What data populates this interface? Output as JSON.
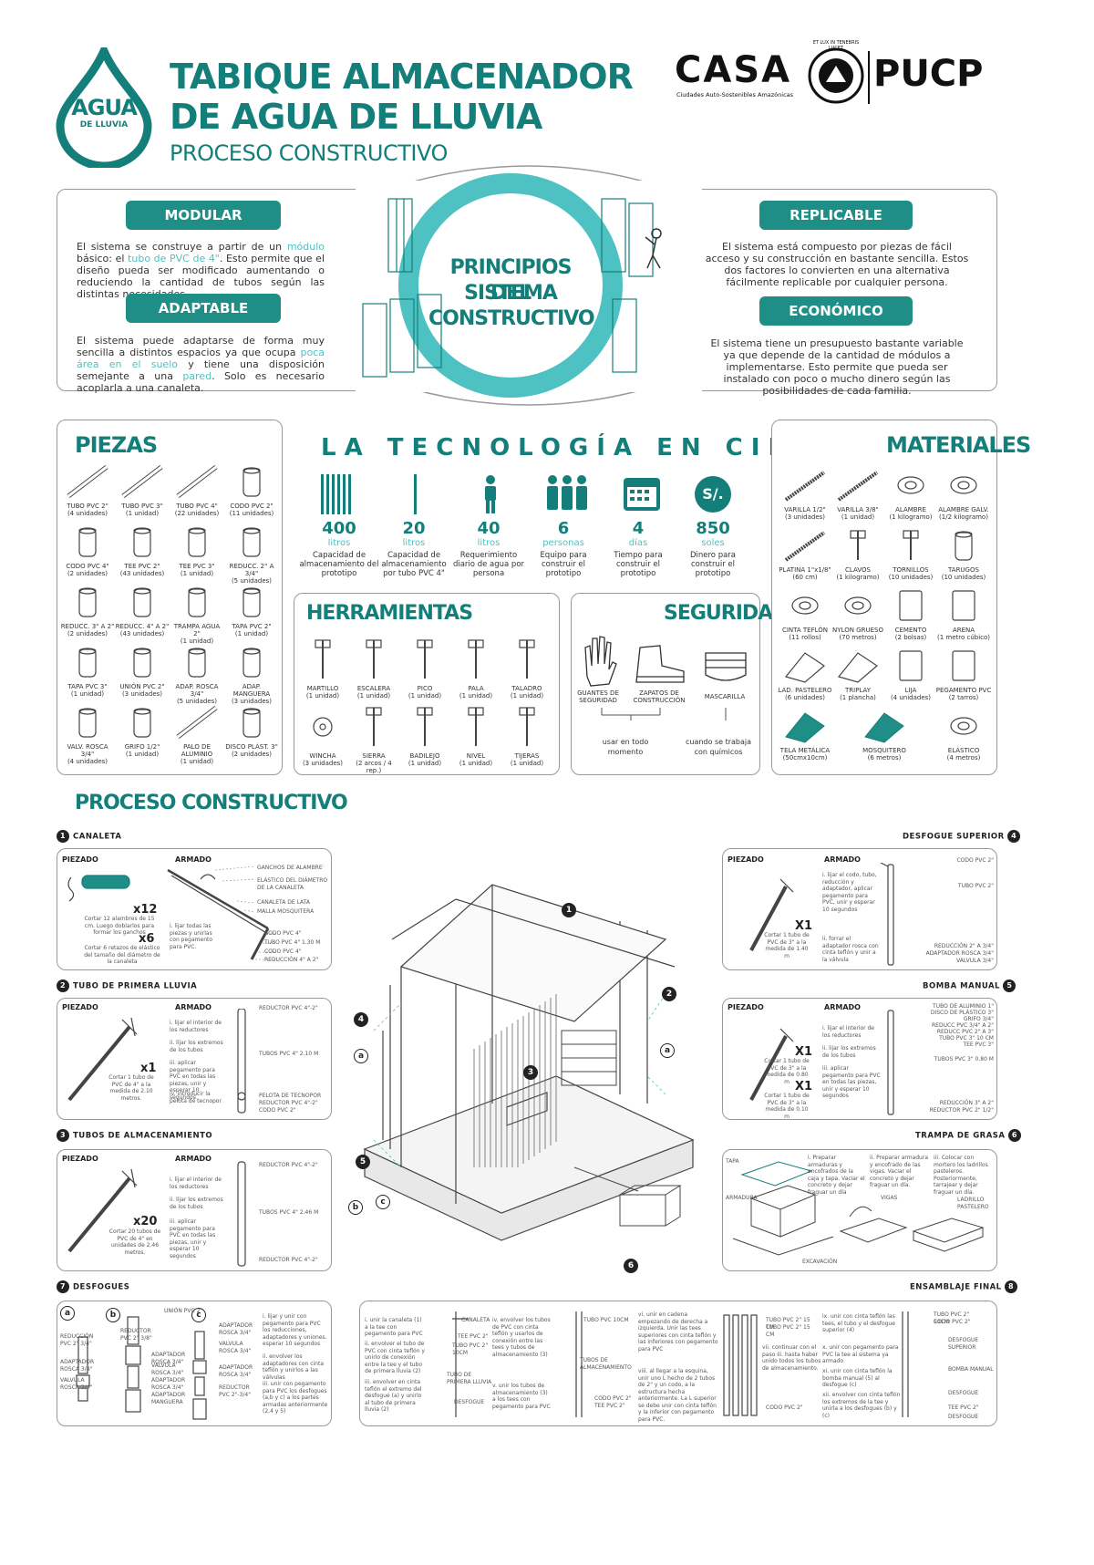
{
  "header": {
    "logo_line1": "AGUA",
    "logo_line2": "DE LLUVIA",
    "title_line1": "TABIQUE ALMACENADOR",
    "title_line2": "DE AGUA DE LLUVIA",
    "subtitle": "PROCESO CONSTRUCTIVO",
    "casa_logo": "CASA",
    "casa_tagline": "Ciudades Auto-Sostenibles Amazónicas",
    "seal_text": "ET LUX IN TENEBRIS LUCET",
    "pucp_logo": "PUCP"
  },
  "principles": {
    "center_title_1": "PRINCIPIOS DEL",
    "center_title_2": "SISTEMA",
    "center_title_3": "CONSTRUCTIVO",
    "modular": {
      "label": "MODULAR",
      "text_a": "El sistema se construye a partir de un ",
      "hl_a": "módulo",
      "text_b": " básico: el ",
      "hl_b": "tubo de PVC de 4\"",
      "text_c": ". Esto permite que el diseño pueda ser modificado aumentando o reduciendo la cantidad de tubos según las distintas necesidades."
    },
    "adaptable": {
      "label": "ADAPTABLE",
      "text_a": "El sistema puede adaptarse de forma muy sencilla a distintos espacios ya que ocupa ",
      "hl_a": "poca área en el suelo",
      "text_b": " y tiene una disposición semejante a una ",
      "hl_b": "pared",
      "text_c": ". Solo es necesario acoplarla a una canaleta."
    },
    "replicable": {
      "label": "REPLICABLE",
      "text": "El sistema está compuesto por piezas de fácil acceso y su construcción en bastante sencilla. Estos dos factores lo convierten en una alternativa fácilmente replicable por cualquier persona."
    },
    "economico": {
      "label": "ECONÓMICO",
      "text": "El sistema tiene un presupuesto bastante variable ya que depende de la cantidad de módulos a implementarse. Esto permite que pueda ser instalado con poco o mucho dinero según las posibilidades de cada familia."
    }
  },
  "piezas": {
    "title": "PIEZAS",
    "items": [
      {
        "name": "TUBO PVC 2\"",
        "qty": "(4 unidades)"
      },
      {
        "name": "TUBO PVC 3\"",
        "qty": "(1 unidad)"
      },
      {
        "name": "TUBO PVC 4\"",
        "qty": "(22 unidades)"
      },
      {
        "name": "CODO PVC 2\"",
        "qty": "(11 unidades)"
      },
      {
        "name": "CODO PVC 4\"",
        "qty": "(2 unidades)"
      },
      {
        "name": "TEE PVC 2\"",
        "qty": "(43 unidades)"
      },
      {
        "name": "TEE PVC 3\"",
        "qty": "(1 unidad)"
      },
      {
        "name": "REDUCC. 2\" A 3/4\"",
        "qty": "(5 unidades)"
      },
      {
        "name": "REDUCC. 3\" A 2\"",
        "qty": "(2 unidades)"
      },
      {
        "name": "REDUCC. 4\" A 2\"",
        "qty": "(43 unidades)"
      },
      {
        "name": "TRAMPA AGUA 2\"",
        "qty": "(1 unidad)"
      },
      {
        "name": "TAPA PVC 2\"",
        "qty": "(1 unidad)"
      },
      {
        "name": "TAPA PVC 3\"",
        "qty": "(1 unidad)"
      },
      {
        "name": "UNIÓN PVC 2\"",
        "qty": "(3 unidades)"
      },
      {
        "name": "ADAP. ROSCA 3/4\"",
        "qty": "(5 unidades)"
      },
      {
        "name": "ADAP. MANGUERA",
        "qty": "(3 unidades)"
      },
      {
        "name": "VALV. ROSCA 3/4\"",
        "qty": "(4 unidades)"
      },
      {
        "name": "GRIFO 1/2\"",
        "qty": "(1 unidad)"
      },
      {
        "name": "PALO DE ALUMINIO",
        "qty": "(1 unidad)"
      },
      {
        "name": "DISCO PLÁST. 3\"",
        "qty": "(2 unidades)"
      }
    ]
  },
  "cifras": {
    "title": "LA TECNOLOGÍA EN CIFRAS",
    "stats": [
      {
        "num": "400",
        "unit": "litros",
        "desc": "Capacidad de almacenamiento del prototipo"
      },
      {
        "num": "20",
        "unit": "litros",
        "desc": "Capacidad de almacenamiento por tubo PVC 4\""
      },
      {
        "num": "40",
        "unit": "litros",
        "desc": "Requerimiento diario de agua por persona"
      },
      {
        "num": "6",
        "unit": "personas",
        "desc": "Equipo para construir el prototipo"
      },
      {
        "num": "4",
        "unit": "días",
        "desc": "Tiempo para construir el prototipo"
      },
      {
        "num": "850",
        "unit": "soles",
        "desc": "Dinero para construir el prototipo"
      }
    ],
    "currency_symbol": "S/."
  },
  "herramientas": {
    "title": "HERRAMIENTAS",
    "items": [
      {
        "name": "MARTILLO",
        "qty": "(1 unidad)"
      },
      {
        "name": "ESCALERA",
        "qty": "(1 unidad)"
      },
      {
        "name": "PICO",
        "qty": "(1 unidad)"
      },
      {
        "name": "PALA",
        "qty": "(1 unidad)"
      },
      {
        "name": "TALADRO",
        "qty": "(1 unidad)"
      },
      {
        "name": "WINCHA",
        "qty": "(3 unidades)"
      },
      {
        "name": "SIERRA",
        "qty": "(2 arcos / 4 rep.)"
      },
      {
        "name": "BADILEJO",
        "qty": "(1 unidad)"
      },
      {
        "name": "NIVEL",
        "qty": "(1 unidad)"
      },
      {
        "name": "TIJERAS",
        "qty": "(1 unidad)"
      }
    ]
  },
  "seguridad": {
    "title": "SEGURIDAD",
    "items": [
      {
        "name": "GUANTES DE SEGURIDAD"
      },
      {
        "name": "ZAPATOS DE CONSTRUCCIÓN"
      },
      {
        "name": "MASCARILLA"
      }
    ],
    "note_1": "usar en todo momento",
    "note_2": "cuando se trabaja con químicos"
  },
  "materiales": {
    "title": "MATERIALES",
    "items": [
      {
        "name": "VARILLA 1/2\"",
        "qty": "(3 unidades)"
      },
      {
        "name": "VARILLA 3/8\"",
        "qty": "(1 unidad)"
      },
      {
        "name": "ALAMBRE",
        "qty": "(1 kilogramo)"
      },
      {
        "name": "ALAMBRE GALV.",
        "qty": "(1/2 kilogramo)"
      },
      {
        "name": "PLATINA 1\"x1/8\"",
        "qty": "(60 cm)"
      },
      {
        "name": "CLAVOS",
        "qty": "(1 kilogramo)"
      },
      {
        "name": "TORNILLOS",
        "qty": "(10 unidades)"
      },
      {
        "name": "TARUGOS",
        "qty": "(10 unidades)"
      },
      {
        "name": "CINTA TEFLÓN",
        "qty": "(11 rollos)"
      },
      {
        "name": "NYLON GRUESO",
        "qty": "(70 metros)"
      },
      {
        "name": "CEMENTO",
        "qty": "(2 bolsas)"
      },
      {
        "name": "ARENA",
        "qty": "(1 metro cúbico)"
      },
      {
        "name": "LAD. PASTELERO",
        "qty": "(6 unidades)"
      },
      {
        "name": "TRIPLAY",
        "qty": "(1 plancha)"
      },
      {
        "name": "LIJA",
        "qty": "(4 unidades)"
      },
      {
        "name": "PEGAMENTO PVC",
        "qty": "(2 tarros)"
      },
      {
        "name": "TELA METÁLICA",
        "qty": "(50cmx10cm)"
      },
      {
        "name": "MOSQUITERO",
        "qty": "(6 metros)"
      },
      {
        "name": "ELÁSTICO",
        "qty": "(4 metros)"
      }
    ]
  },
  "proceso": {
    "title": "PROCESO CONSTRUCTIVO",
    "piezado": "PIEZADO",
    "armado": "ARMADO",
    "steps": {
      "s1": {
        "num": "1",
        "title": "CANALETA"
      },
      "s2": {
        "num": "2",
        "title": "TUBO DE PRIMERA LLUVIA"
      },
      "s3": {
        "num": "3",
        "title": "TUBOS DE ALMACENAMIENTO"
      },
      "s4": {
        "num": "4",
        "title": "DESFOGUE SUPERIOR"
      },
      "s5": {
        "num": "5",
        "title": "BOMBA MANUAL"
      },
      "s6": {
        "num": "6",
        "title": "TRAMPA DE GRASA"
      },
      "s7": {
        "num": "7",
        "title": "DESFOGUES"
      },
      "s8": {
        "num": "8",
        "title": "ENSAMBLAJE FINAL"
      }
    },
    "s1_qty_a": "x12",
    "s1_qty_b": "x6",
    "s1_note_a": "Cortar 12 alambres de 15 cm. Luego doblarlos para formar los ganchos",
    "s1_note_b": "Cortar 6 retazos de elástico del tamaño del diámetro de la canaleta",
    "s1_labels": [
      "GANCHOS DE ALAMBRE",
      "ELÁSTICO DEL DIÁMETRO DE LA CANALETA",
      "CANALETA DE LATA",
      "MALLA MOSQUITERA",
      "CODO PVC 4\"",
      "TUBO PVC 4\" 1.30 M",
      "CODO PVC 4\"",
      "REDUCCIÓN 4\" A 2\""
    ],
    "s1_armado_note": "i. lijar todas las piezas y unirlas con pegamento para PVC.",
    "s2_qty": "x1",
    "s2_note": "Cortar 1 tubo de PVC de 4\" a la medida de 2.10 metros.",
    "s2_labels": [
      "REDUCTOR PVC 4\"-2\"",
      "TUBOS PVC 4\" 2.10 M",
      "PELOTA DE TECNOPOR",
      "REDUCTOR PVC 4\"-2\"",
      "CODO PVC 2\""
    ],
    "s2_steps": [
      "i. lijar el interior de los reductores",
      "ii. lijar los extremos de los tubos",
      "iii. aplicar pegamento para PVC en todas las piezas, unir y esperar 10 segundos",
      "iv. introducir la pelota de tecnopor"
    ],
    "s3_qty": "x20",
    "s3_note": "Cortar 20 tubos de PVC de 4\" en unidades de 2.46 metros.",
    "s3_labels": [
      "REDUCTOR PVC 4\"-2\"",
      "TUBOS PVC 4\" 2.46 M",
      "REDUCTOR PVC 4\"-2\""
    ],
    "s3_steps": [
      "i. lijar el interior de los reductores",
      "ii. lijar los extremos de los tubos",
      "iii. aplicar pegamento para PVC en todas las piezas, unir y esperar 10 segundos"
    ],
    "s4_qty": "X1",
    "s4_note": "Cortar 1 tubo de PVC de 3\" a la medida de 1.40 m",
    "s4_labels": [
      "CODO PVC 2\"",
      "TUBO PVC 2\"",
      "REDUCCIÓN 2\" A 3/4\"",
      "ADAPTADOR ROSCA 3/4\"",
      "VALVULA 3/4\""
    ],
    "s4_steps": [
      "i. lijar el codo, tubo, reducción y adaptador, aplicar pegamento para PVC, unir y esperar 10 segundos",
      "ii. forrar el adaptador rosca con cinta teflón y unir a la válvula"
    ],
    "s5_qty_a": "X1",
    "s5_qty_b": "X1",
    "s5_note_a": "Cortar 1 tubo de PVC de 3\" a la medida de 0.80 m",
    "s5_note_b": "Cortar 1 tubo de PVC de 3\" a la medida de 0.10 m",
    "s5_labels": [
      "TUBO DE ALUMINIO 1\"",
      "DISCO DE PLÁSTICO 3\"",
      "GRIFO 3/4\"",
      "REDUCC PVC 3/4\" A 2\"",
      "REDUCC PVC 2\" A 3\"",
      "TUBO PVC 3\" 10 CM",
      "TEE PVC 3\"",
      "TUBOS PVC 3\" 0.80 M",
      "REDUCCIÓN 3\" A 2\"",
      "REDUCTOR PVC 2\" 1/2\""
    ],
    "s5_steps": [
      "i. lijar el interior de los reductores",
      "ii. lijar los extremos de los tubos",
      "iii. aplicar pegamento para PVC en todas las piezas, unir y esperar 10 segundos"
    ],
    "s6_labels": [
      "TAPA",
      "ARMADURA",
      "EXCAVACIÓN",
      "VIGAS",
      "LADRILLO PASTELERO"
    ],
    "s6_steps": [
      "i. Preparar armaduras y encofrados de la caja y tapa. Vaciar el concreto y dejar fraguar un día",
      "ii. Preparar armadura y encofrado de las vigas. Vaciar el concreto y dejar fraguar un día.",
      "iii. Colocar con mortero los ladrillos pasteleros. Posteriormente, tarrajear y dejar fraguar un día."
    ],
    "s7_tags": [
      "a",
      "b",
      "c"
    ],
    "s7_labels": [
      "REDUCCIÓN PVC 2\" 3/4\"",
      "ADAPTADOR ROSCA 3/4\"",
      "VALVULA ROSCA 3/4\"",
      "UNIÓN PVC 2\"",
      "REDUCTOR PVC 2\" 3/8\"",
      "ADAPTADOR ROSCA 3/4\"",
      "VALVULA ROSCA 3/4\"",
      "ADAPTADOR ROSCA 3/4\"",
      "ADAPTADOR MANGUERA",
      "ADAPTADOR ROSCA 3/4\"",
      "VALVULA ROSCA 3/4\"",
      "ADAPTADOR ROSCA 3/4\"",
      "REDUCTOR PVC 2\"-3/4\""
    ],
    "s7_steps": [
      "i. lijar y unir con pegamento para PVC los reducciones, adaptadores y uniones. esperar 10 segundos",
      "ii. envolver los adaptadores con cinta teflón y unirlos a las válvulas",
      "iii. unir con pegamento para PVC los desfogues (a,b y c) a los partes armadas anteriormente (2,4 y 5)"
    ],
    "s8_labels": [
      "CANALETA",
      "TEE PVC 2\"",
      "TUBO PVC 2\" 10CM",
      "TUBO DE PRIMERA LLUVIA",
      "DESFOGUE",
      "TUBO PVC 10CM",
      "TUBOS DE ALMACENAMIENTO",
      "CODO PVC 2\"",
      "TEE PVC 2\"",
      "TUBO PVC 2\" 15 CM",
      "TUBO PVC 2\" 15 CM",
      "CODO PVC 2\"",
      "TUBO PVC 2\" 50CM",
      "CODO PVC 2\"",
      "DESFOGUE SUPERIOR",
      "BOMBA MANUAL",
      "DESFOGUE",
      "TEE PVC 2\"",
      "DESFOGUE"
    ],
    "s8_steps": [
      "i. unir la canaleta (1) a la tee con pegamento para PVC",
      "ii. envolver el tubo de PVC con cinta teflón y unirlo de conexión entre la tee y el tubo de primera lluvia (2)",
      "iii. envolver en cinta teflón el extremo del desfogue (a) y unirlo al tubo de primera lluvia (2)",
      "iv. envolver los tubos de PVC con cinta teflón y usarlos de conexión entre las tees y tubos de almacenamiento (3)",
      "v. unir los tubos de almacenamiento (3) a los tees con pegamento para PVC",
      "vi. unir en cadena empezando de derecha a izquierda. Unir las tees superiores con cinta teflón y las inferiores con pegamento para PVC",
      "vii. continuar con el paso iii. hasta haber unido todos los tubos de almacenamiento.",
      "viii. al llegar a la esquina, unir uno L hecho de 2 tubos de 2\" y un codo, a la estructura hecha anteriormente. La L superior se debe unir con cinta teflón y la inferior con pegamento para PVC.",
      "ix. unir con cinta teflón las tees, el tubo y el desfogue superior (4)",
      "x. unir con pegamento para PVC la tee al sistema ya armado",
      "xi. unir con cinta teflón la bomba manual (5) al desfogue (c)",
      "xii. envolver con cinta teflón los extremos de la tee y unirla a los desfogues (b) y (c)"
    ],
    "iso_callouts": [
      "1",
      "2",
      "3",
      "4",
      "5",
      "6",
      "a",
      "a",
      "b",
      "c"
    ]
  }
}
